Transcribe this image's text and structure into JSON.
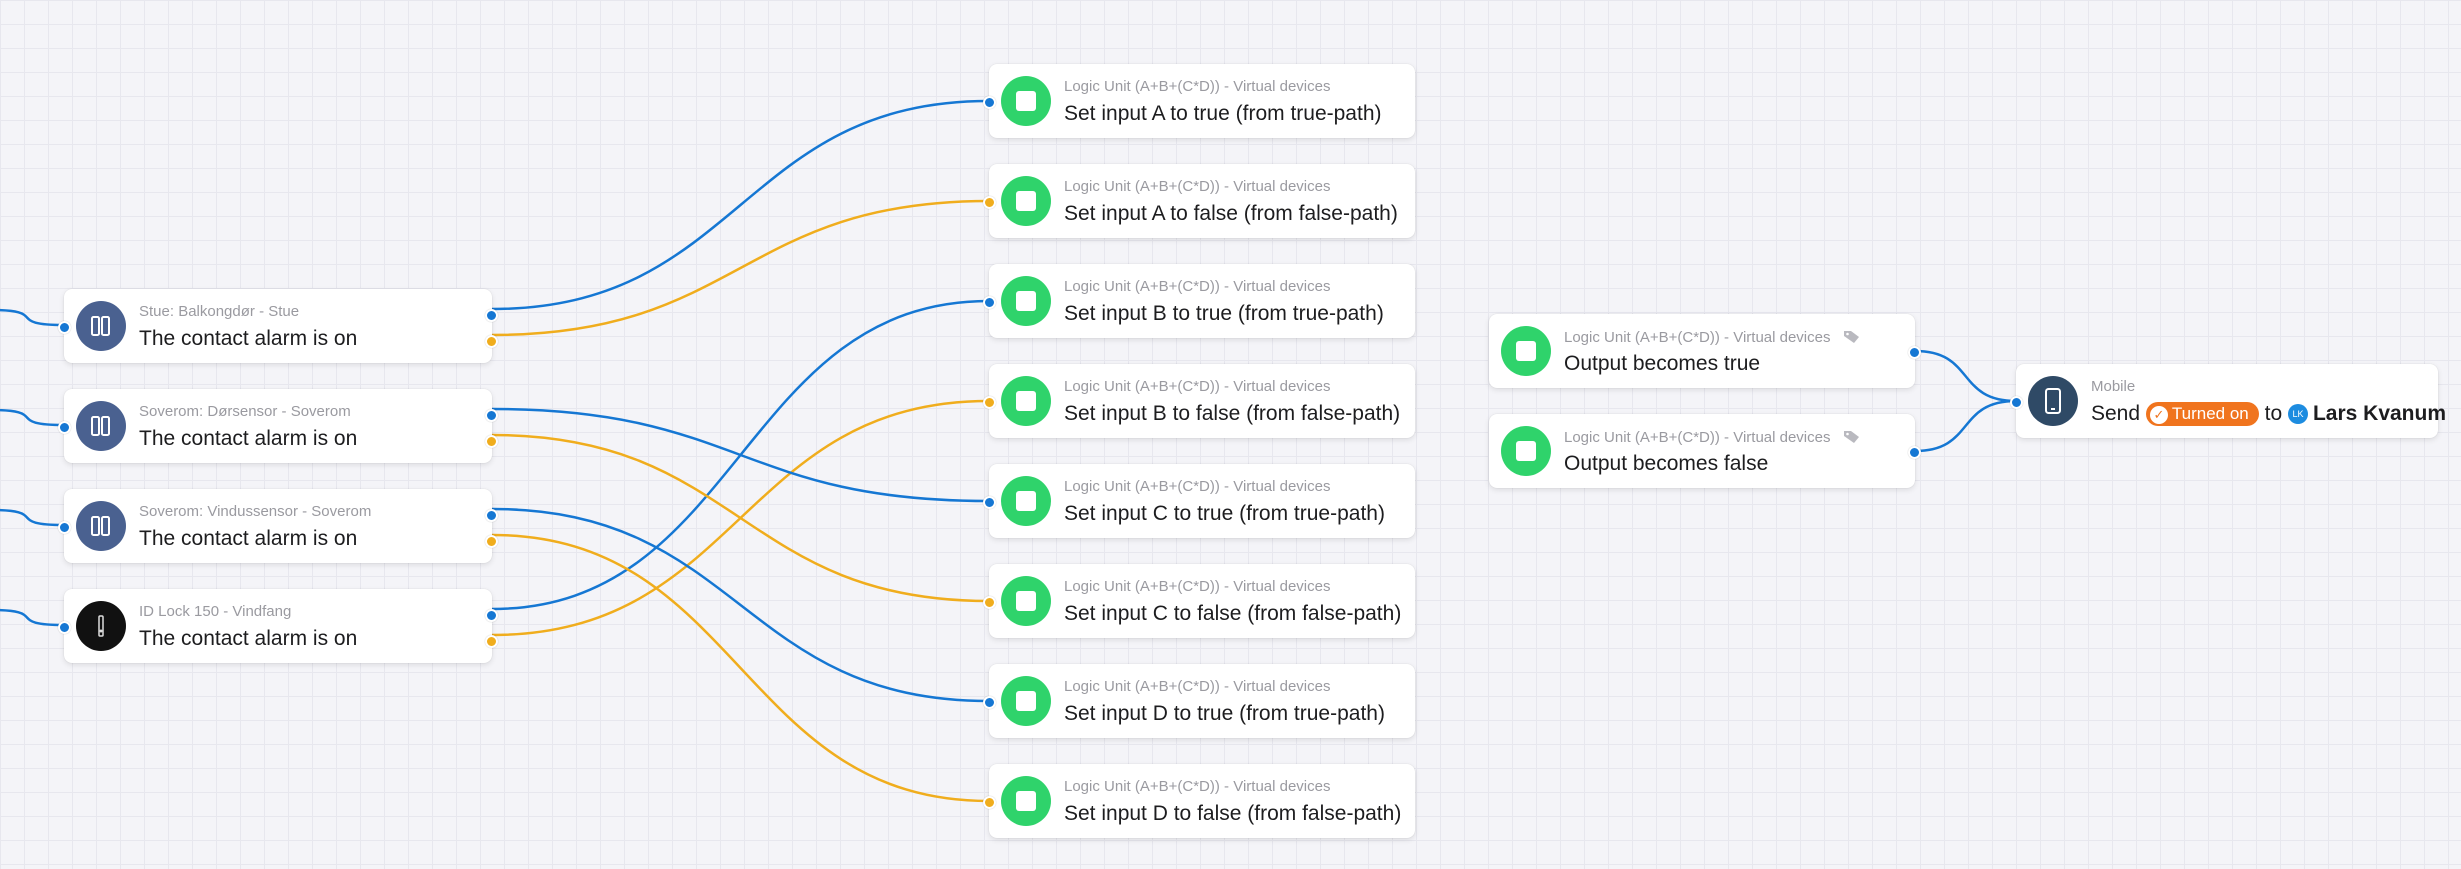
{
  "colors": {
    "true_wire": "#1577d3",
    "false_wire": "#f0ad1d",
    "logic_icon": "#2fd36b",
    "trigger_icon": "#4a6190"
  },
  "triggers": [
    {
      "subtitle": "Stue: Balkongdør - Stue",
      "title": "The contact alarm is on",
      "icon": "door-sensor-icon"
    },
    {
      "subtitle": "Soverom: Dørsensor - Soverom",
      "title": "The contact alarm is on",
      "icon": "door-sensor-icon"
    },
    {
      "subtitle": "Soverom: Vindussensor - Soverom",
      "title": "The contact alarm is on",
      "icon": "door-sensor-icon"
    },
    {
      "subtitle": "ID Lock 150 - Vindfang",
      "title": "The contact alarm is on",
      "icon": "lock-icon"
    }
  ],
  "actions": [
    {
      "subtitle": "Logic Unit (A+B+(C*D)) - Virtual devices",
      "title": "Set input A to true (from true-path)"
    },
    {
      "subtitle": "Logic Unit (A+B+(C*D)) - Virtual devices",
      "title": "Set input A to false (from false-path)"
    },
    {
      "subtitle": "Logic Unit (A+B+(C*D)) - Virtual devices",
      "title": "Set input B to true (from true-path)"
    },
    {
      "subtitle": "Logic Unit (A+B+(C*D)) - Virtual devices",
      "title": "Set input B to false (from false-path)"
    },
    {
      "subtitle": "Logic Unit (A+B+(C*D)) - Virtual devices",
      "title": "Set input C to true (from true-path)"
    },
    {
      "subtitle": "Logic Unit (A+B+(C*D)) - Virtual devices",
      "title": "Set input C to false (from false-path)"
    },
    {
      "subtitle": "Logic Unit (A+B+(C*D)) - Virtual devices",
      "title": "Set input D to true (from true-path)"
    },
    {
      "subtitle": "Logic Unit (A+B+(C*D)) - Virtual devices",
      "title": "Set input D to false (from false-path)"
    }
  ],
  "outputs": [
    {
      "subtitle": "Logic Unit (A+B+(C*D)) - Virtual devices",
      "title": "Output becomes true",
      "icon": "tag-icon"
    },
    {
      "subtitle": "Logic Unit (A+B+(C*D)) - Virtual devices",
      "title": "Output becomes false",
      "icon": "tag-icon"
    }
  ],
  "notification": {
    "subtitle": "Mobile",
    "send_label": "Send",
    "status_pill": "Turned on",
    "to_label": "to",
    "user_initials": "LK",
    "user_name": "Lars Kvanum",
    "icon": "mobile-phone-icon"
  }
}
